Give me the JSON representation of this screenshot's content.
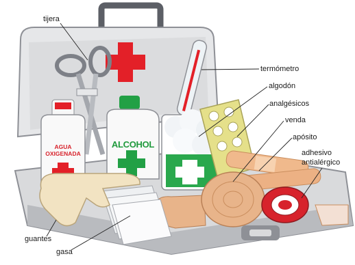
{
  "labels": {
    "tijera": "tijera",
    "termometro": "termómetro",
    "algodon": "algodón",
    "analgesicos": "analgésicos",
    "venda": "venda",
    "aposito": "apósito",
    "adhesivo_line1": "adhesivo",
    "adhesivo_line2": "antialérgico",
    "guantes": "guantes",
    "gasa": "gasa"
  },
  "bottles": {
    "agua_oxigenada": "AGUA OXIGENADA",
    "alcohol": "ALCOHOL"
  },
  "colors": {
    "cross_red": "#e32028",
    "cross_green": "#22a045",
    "case_gray": "#d9dadc",
    "glove": "#f2e3c2",
    "bandage": "#e8b48a"
  }
}
